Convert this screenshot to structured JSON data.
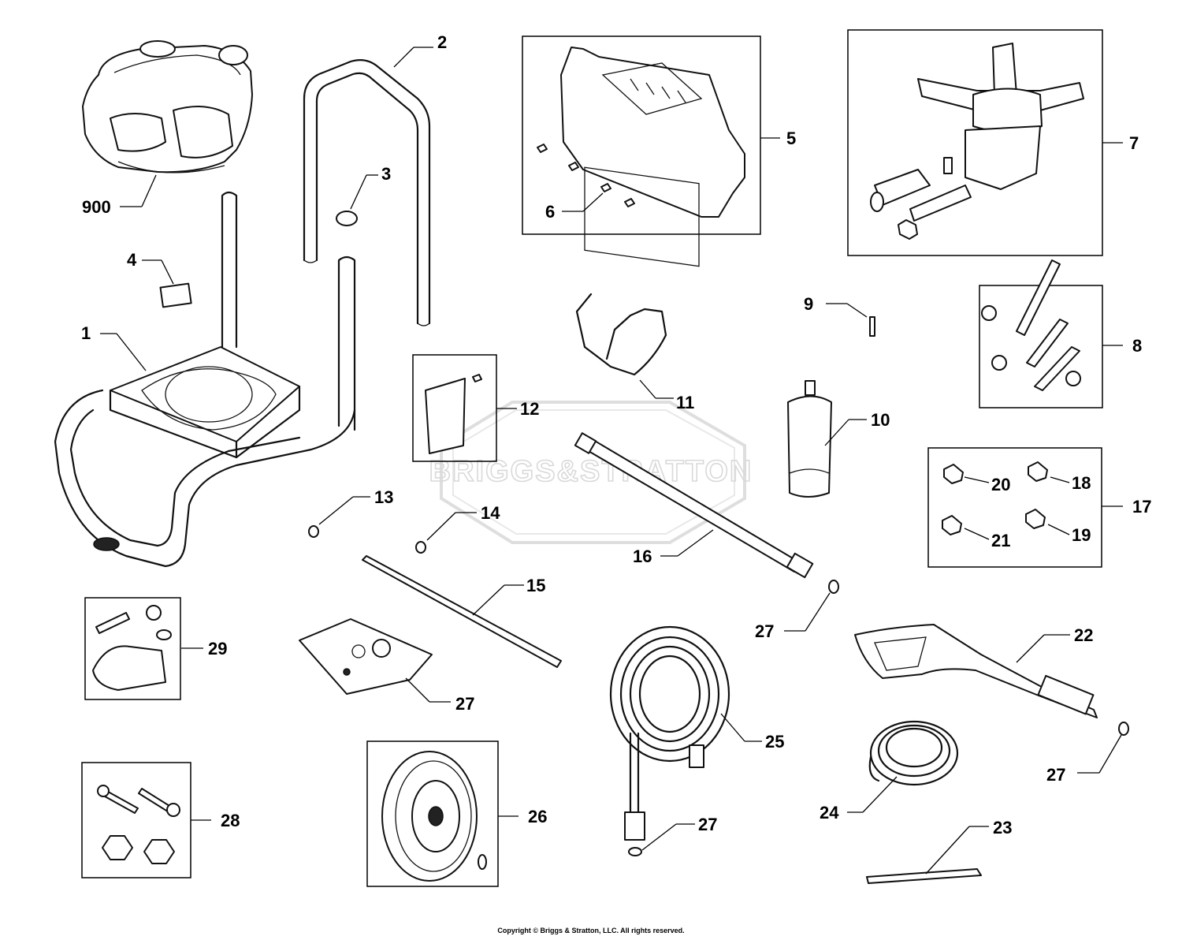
{
  "watermark": {
    "text": "BRIGGS&STRATTON"
  },
  "copyright": "Copyright © Briggs & Stratton, LLC. All rights reserved.",
  "callouts": {
    "p900": "900",
    "p1": "1",
    "p2": "2",
    "p3": "3",
    "p4": "4",
    "p5": "5",
    "p6": "6",
    "p7": "7",
    "p8": "8",
    "p9": "9",
    "p10": "10",
    "p11": "11",
    "p12": "12",
    "p13": "13",
    "p14": "14",
    "p15": "15",
    "p16": "16",
    "p17": "17",
    "p18": "18",
    "p19": "19",
    "p20": "20",
    "p21": "21",
    "p22": "22",
    "p23": "23",
    "p24": "24",
    "p25": "25",
    "p26": "26",
    "p27a": "27",
    "p27b": "27",
    "p27c": "27",
    "p27d": "27",
    "p28": "28",
    "p29": "29"
  }
}
